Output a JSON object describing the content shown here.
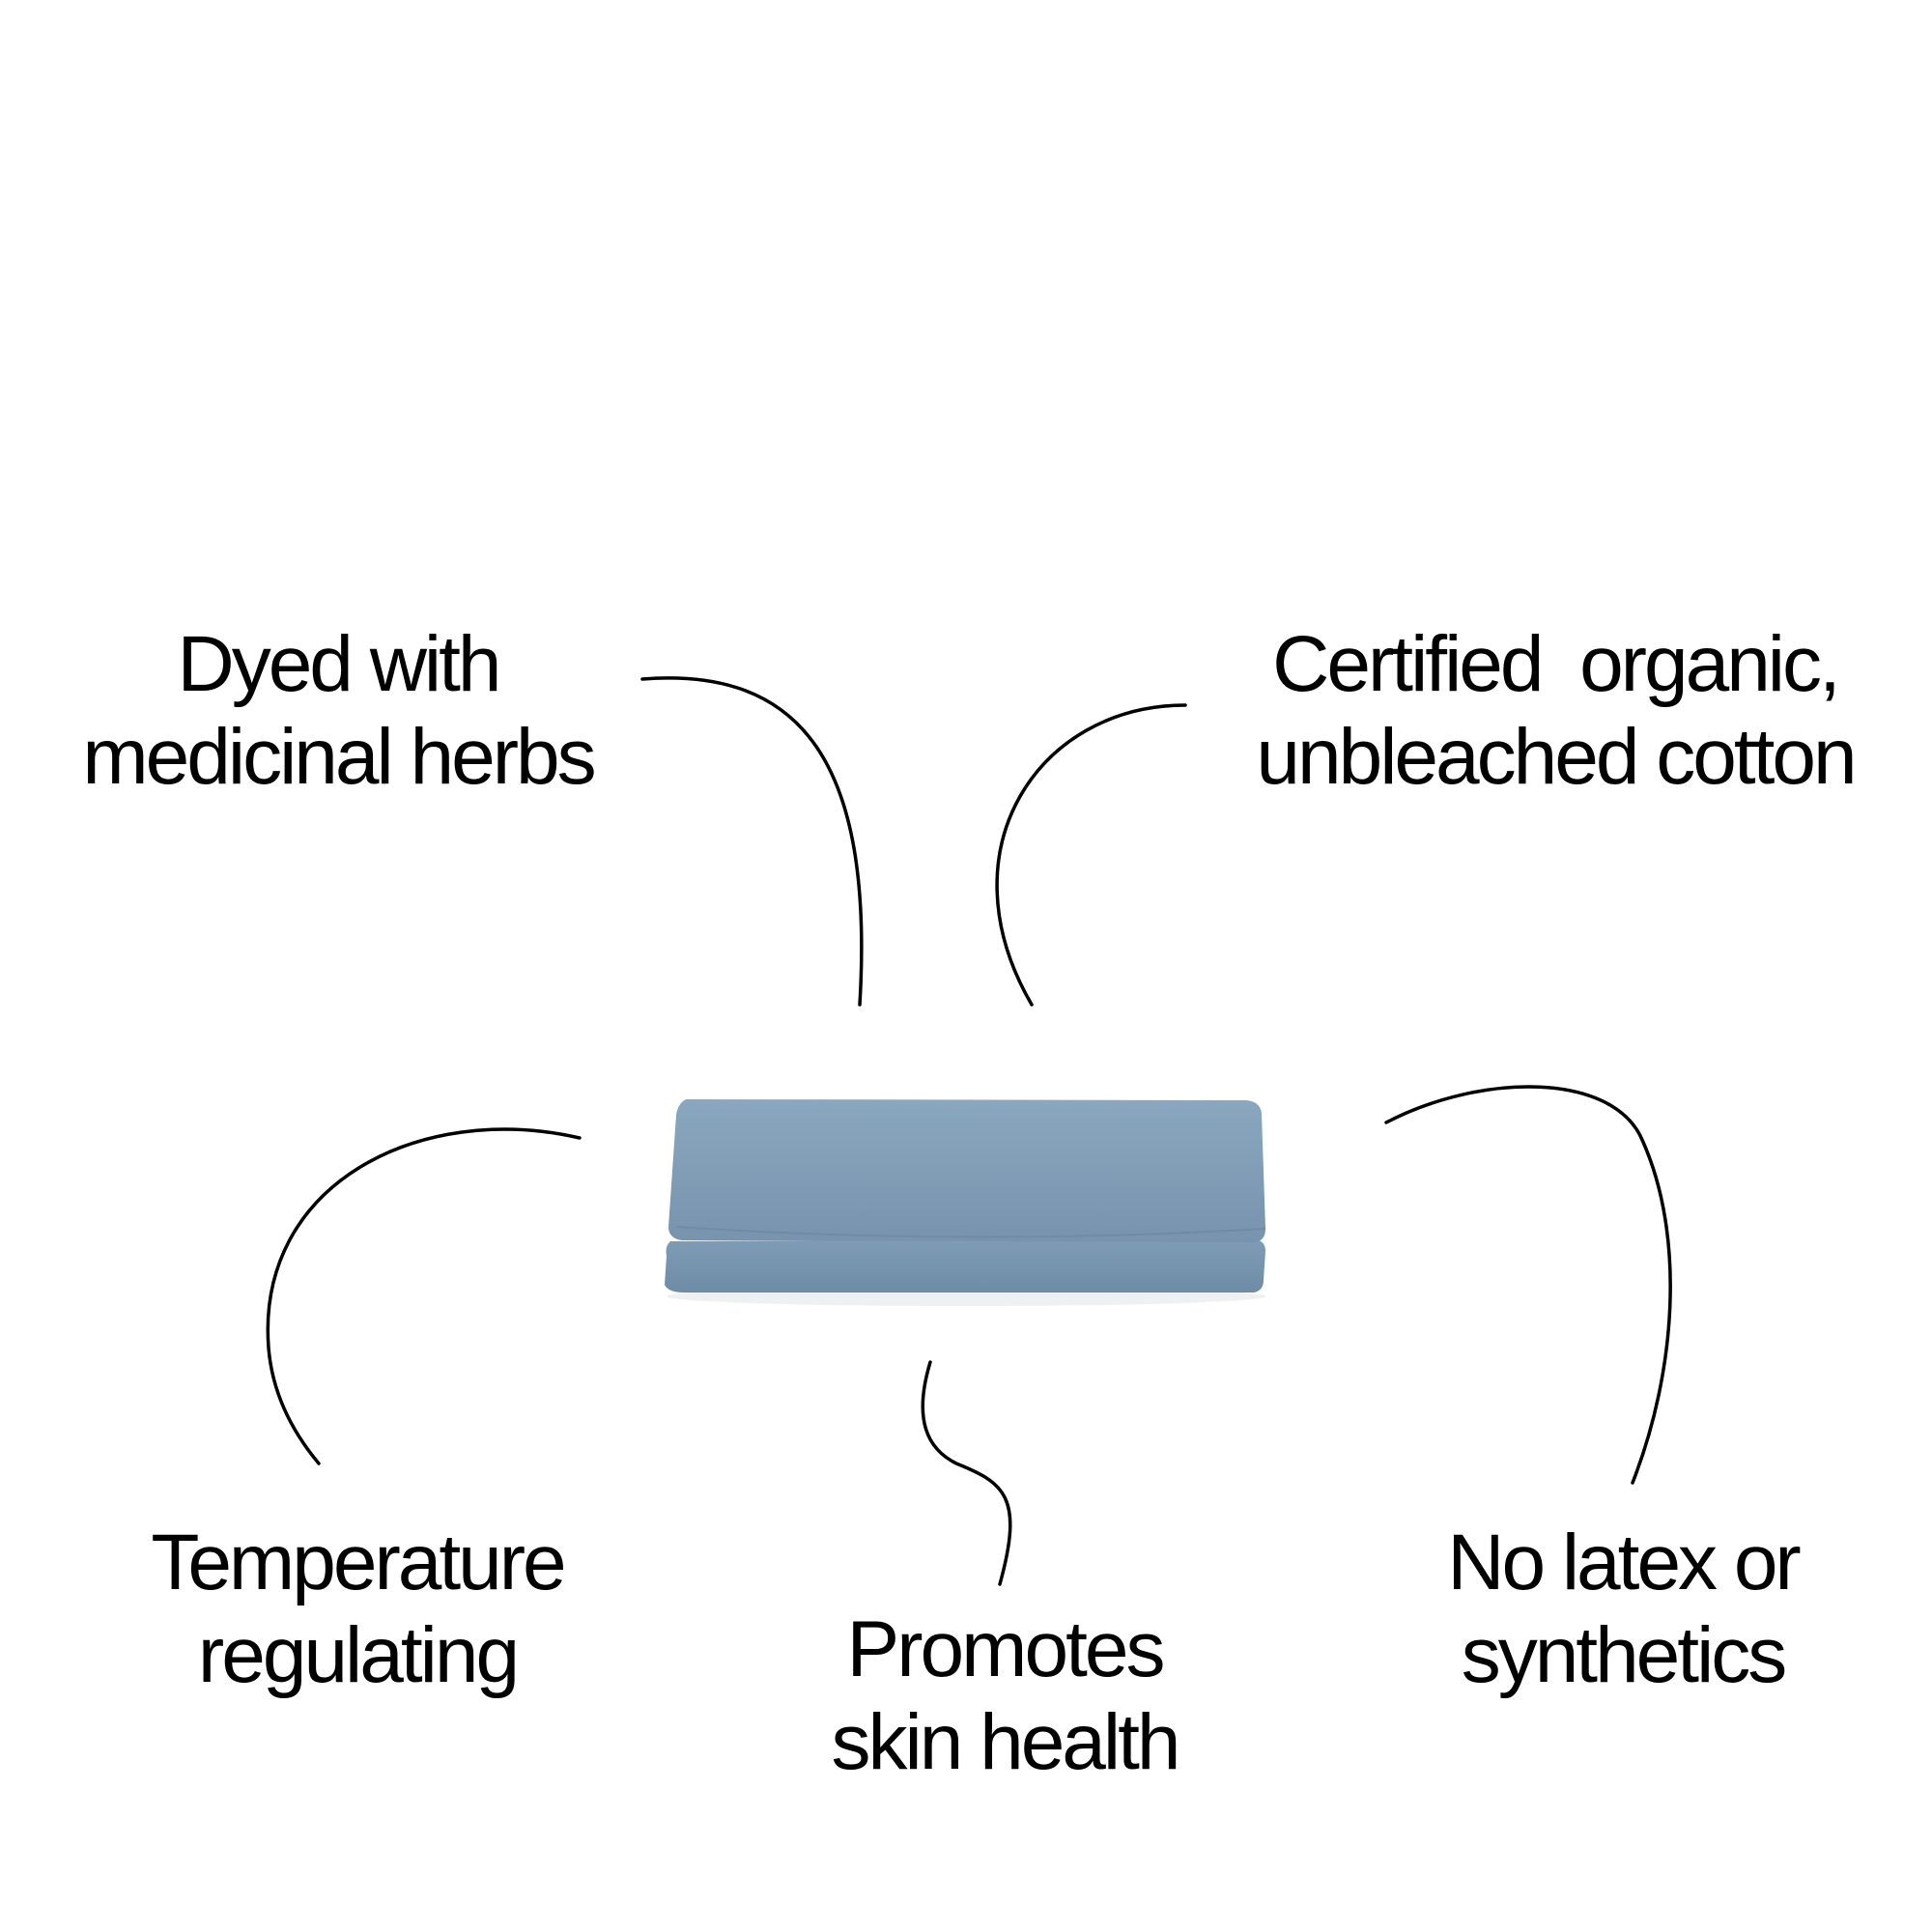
{
  "callouts": {
    "dyed": {
      "line1": "Dyed with",
      "line2": "medicinal herbs"
    },
    "certified": {
      "line1": "Certified  organic,",
      "line2": "unbleached cotton"
    },
    "temperature": {
      "line1": "Temperature",
      "line2": "regulating"
    },
    "skin": {
      "line1": "Promotes",
      "line2": "skin health"
    },
    "latex": {
      "line1": "No latex or",
      "line2": "synthetics"
    }
  },
  "product": {
    "name": "folded-sheet-set",
    "color": "#7a98b3"
  },
  "colors": {
    "background": "#ffffff",
    "text": "#000000",
    "line": "#000000"
  }
}
